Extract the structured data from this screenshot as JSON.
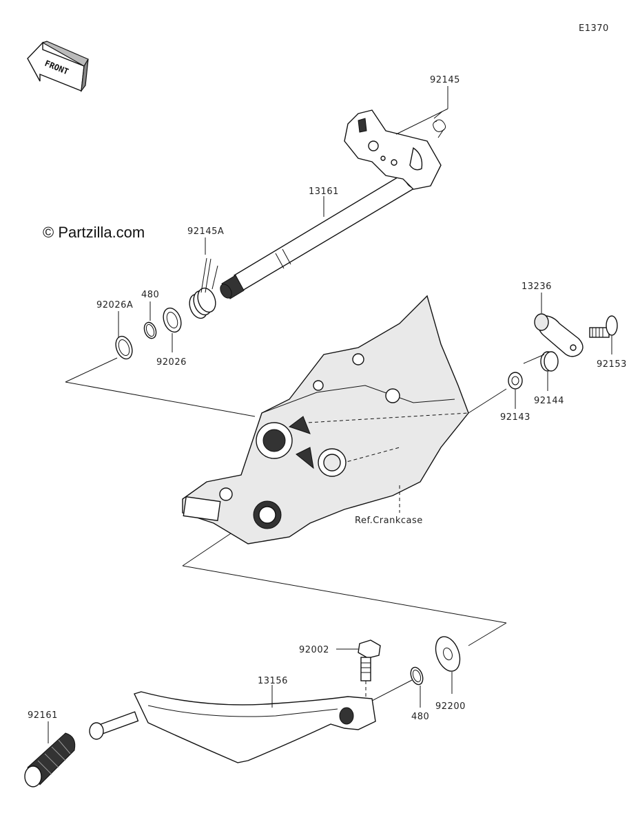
{
  "diagram_code": "E1370",
  "watermark": "© Partzilla.com",
  "front_label": "FRONT",
  "reference_label": "Ref.Crankcase",
  "parts": {
    "p92145": "92145",
    "p13161": "13161",
    "p92145A": "92145A",
    "p480_top": "480",
    "p92026A": "92026A",
    "p92026": "92026",
    "p13236": "13236",
    "p92153": "92153",
    "p92144": "92144",
    "p92143": "92143",
    "p92002": "92002",
    "p13156": "13156",
    "p92161": "92161",
    "p480_bottom": "480",
    "p92200": "92200"
  }
}
